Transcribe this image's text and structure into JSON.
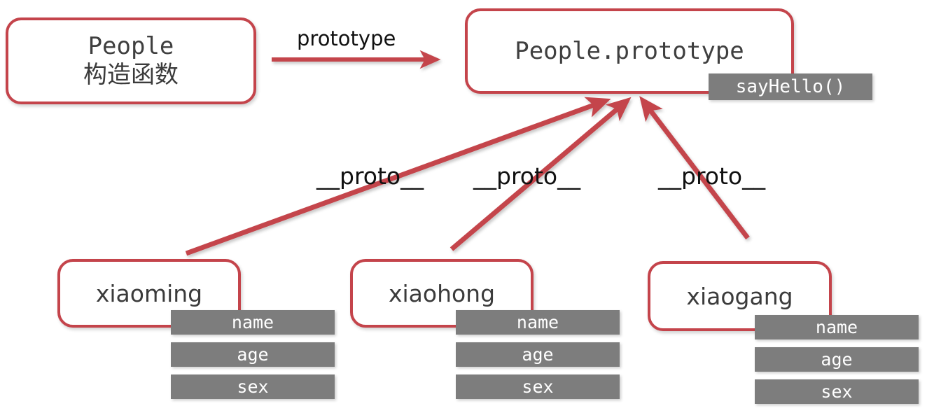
{
  "diagram": {
    "title": "JavaScript prototype chain diagram",
    "colors": {
      "red": "#c4444b",
      "gray_bar": "#7d7d7d",
      "text_dark": "#3b3b3b",
      "background": "#ffffff"
    },
    "constructor_box": {
      "line1": "People",
      "line2": "构造函数"
    },
    "prototype_box": {
      "title": "People.prototype",
      "method_badge": "sayHello()"
    },
    "prototype_arrow_label": "prototype",
    "proto_labels": [
      "__proto__",
      "__proto__",
      "__proto__"
    ],
    "instances": [
      {
        "name": "xiaoming",
        "properties": [
          "name",
          "age",
          "sex"
        ]
      },
      {
        "name": "xiaohong",
        "properties": [
          "name",
          "age",
          "sex"
        ]
      },
      {
        "name": "xiaogang",
        "properties": [
          "name",
          "age",
          "sex"
        ]
      }
    ]
  }
}
